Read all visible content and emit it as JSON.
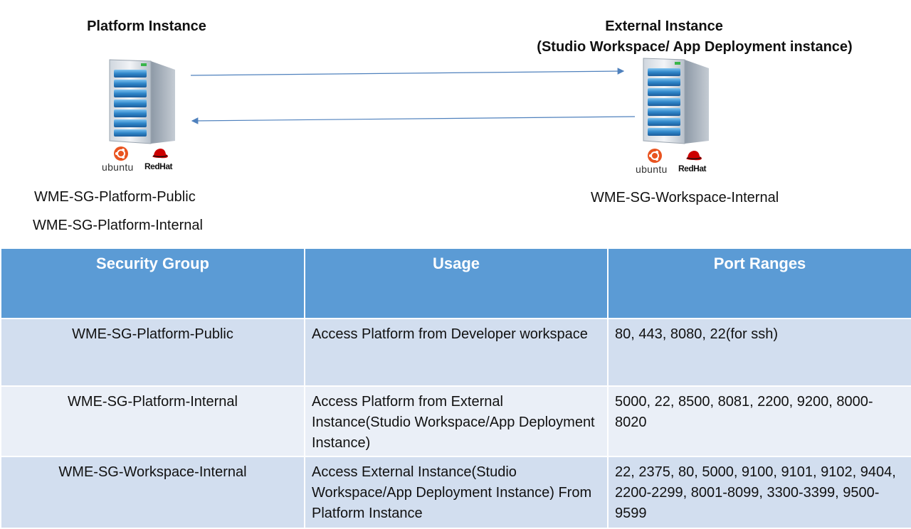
{
  "diagram": {
    "platform": {
      "title": "Platform Instance",
      "groups": [
        "WME-SG-Platform-Public",
        "WME-SG-Platform-Internal"
      ]
    },
    "external": {
      "title_line1": "External Instance",
      "title_line2": "(Studio Workspace/ App Deployment instance)",
      "groups": [
        "WME-SG-Workspace-Internal"
      ]
    },
    "os_labels": {
      "ubuntu": "ubuntu",
      "redhat": "RedHat"
    },
    "colors": {
      "arrow": "#4f81bd",
      "header_bg": "#5b9bd5",
      "row_odd": "#d2deef",
      "row_even": "#eaeff7",
      "ubuntu": "#e95420",
      "redhat": "#cc0000"
    }
  },
  "table": {
    "headers": [
      "Security Group",
      "Usage",
      "Port Ranges"
    ],
    "rows": [
      {
        "group": "WME-SG-Platform-Public",
        "usage": "Access Platform from Developer workspace",
        "ports": "80, 443, 8080, 22(for ssh)"
      },
      {
        "group": "WME-SG-Platform-Internal",
        "usage": "Access Platform from External Instance(Studio Workspace/App Deployment Instance)",
        "ports": "5000, 22, 8500, 8081, 2200, 9200, 8000-8020"
      },
      {
        "group": "WME-SG-Workspace-Internal",
        "usage": "Access External Instance(Studio Workspace/App Deployment Instance) From Platform Instance",
        "ports": "22, 2375, 80, 5000, 9100, 9101, 9102, 9404, 2200-2299, 8001-8099, 3300-3399, 9500-9599"
      }
    ]
  }
}
